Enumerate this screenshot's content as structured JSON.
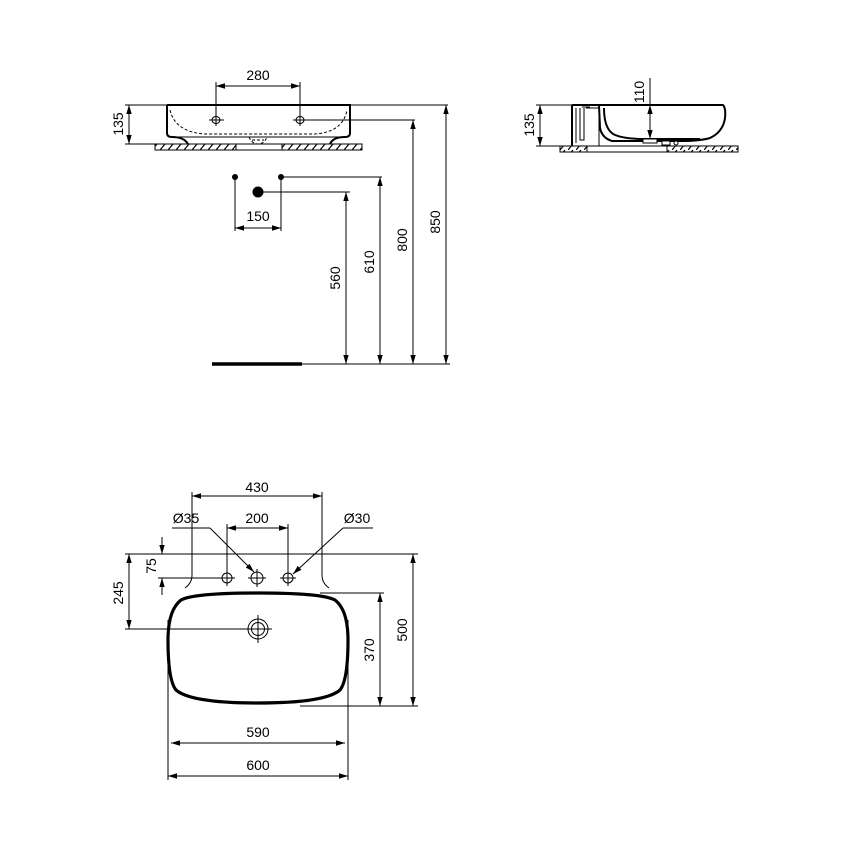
{
  "drawing": {
    "title": "Washbasin technical drawing",
    "units": "mm",
    "colors": {
      "line": "#000000",
      "background": "#ffffff"
    },
    "front_view": {
      "tap_hole_spacing": "280",
      "basin_height": "135",
      "waste_spacing": "150",
      "waste_height_1": "560",
      "waste_height_2": "610",
      "mounting_height": "800",
      "rim_height": "850"
    },
    "side_view": {
      "basin_height": "135",
      "bowl_depth": "110"
    },
    "top_view": {
      "deck_width": "430",
      "tap_hole_diameter_left": "Ø35",
      "tap_hole_spacing": "200",
      "tap_hole_diameter_right": "Ø30",
      "tap_hole_offset": "75",
      "waste_offset": "245",
      "bowl_depth": "370",
      "overall_depth": "500",
      "bowl_width": "590",
      "overall_width": "600"
    }
  }
}
